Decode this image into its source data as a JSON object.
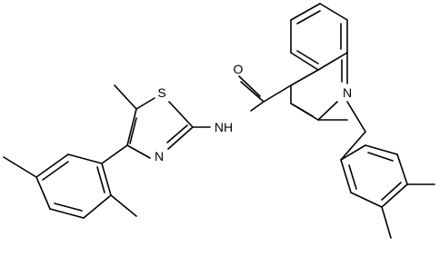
{
  "molecule": {
    "atom_labels": {
      "carbonyl_oxygen": "O",
      "amide_nitrogen": "NH",
      "thiazole_sulfur": "S",
      "thiazole_nitrogen": "N",
      "quinoline_nitrogen": "N"
    },
    "colors": {
      "bond": "#000000",
      "label": "#000000",
      "background": "#ffffff"
    }
  }
}
